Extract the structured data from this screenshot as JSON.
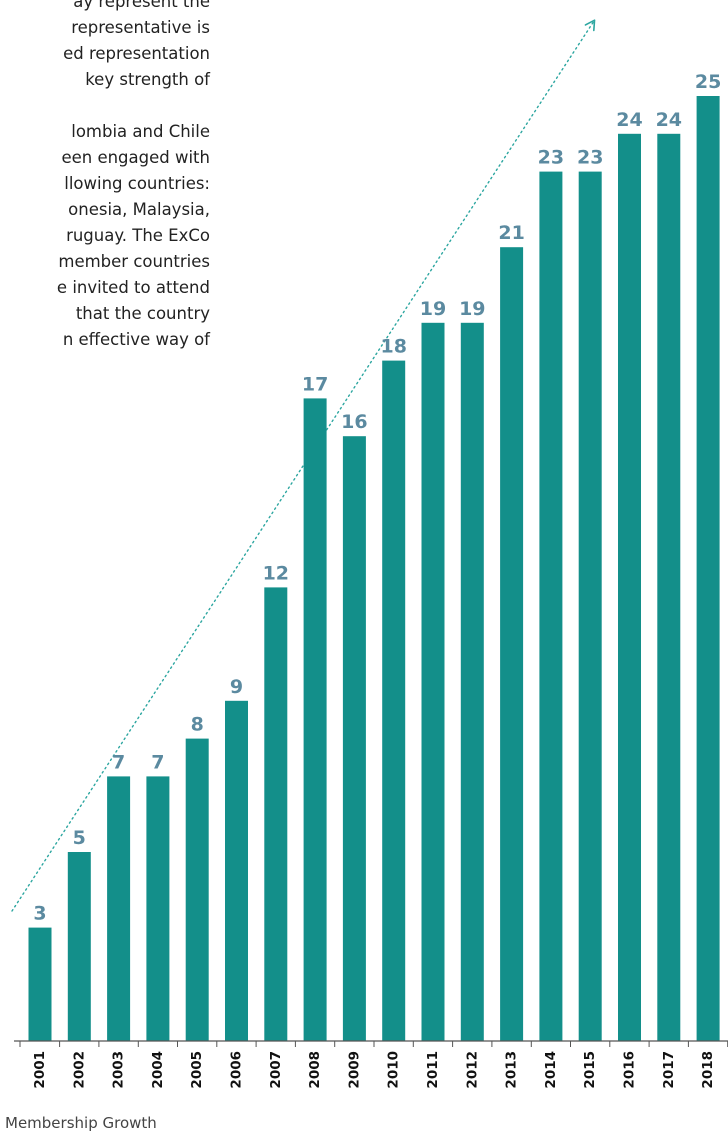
{
  "text": {
    "lines": [
      "ay represent the",
      "representative is",
      "ed representation",
      "key strength of",
      "",
      "lombia and Chile",
      "een engaged with",
      "llowing countries:",
      "onesia, Malaysia,",
      "ruguay. The ExCo",
      "member countries",
      "e invited to attend",
      "that the country",
      "n effective way of"
    ]
  },
  "chart_data": {
    "type": "bar",
    "title": "",
    "xlabel": "",
    "ylabel": "",
    "categories": [
      "2001",
      "2002",
      "2003",
      "2004",
      "2005",
      "2006",
      "2007",
      "2008",
      "2009",
      "2010",
      "2011",
      "2012",
      "2013",
      "2014",
      "2015",
      "2016",
      "2017",
      "2018"
    ],
    "values": [
      3,
      5,
      7,
      7,
      8,
      9,
      12,
      17,
      16,
      18,
      19,
      19,
      21,
      23,
      23,
      24,
      24,
      25
    ],
    "ylim": [
      0,
      25
    ],
    "grid": false,
    "legend": "none",
    "data_labels": true,
    "trend_arrow": true,
    "colors": {
      "bar": "#138f8a",
      "label": "#5b8aa0",
      "trend": "#2ca6a0",
      "axis": "#555555"
    }
  },
  "caption": "Membership Growth"
}
